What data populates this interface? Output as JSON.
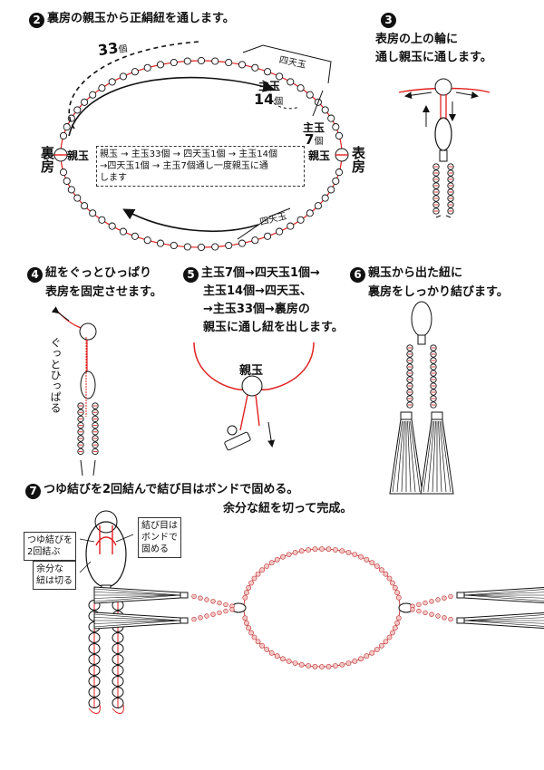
{
  "step2": {
    "num": "2",
    "title": "裏房の親玉から正絹紐を通します。"
  },
  "step3": {
    "num": "3",
    "line1": "表房の上の輪に",
    "line2": "通し親玉に通します。"
  },
  "step4": {
    "num": "4",
    "line1": "紐をぐっとひっぱり",
    "line2": "表房を固定させます。",
    "side": "ぐっとひっぱる"
  },
  "step5": {
    "num": "5",
    "line1": "主玉7個→四天玉1個→",
    "line2": "主玉14個→四天玉、",
    "line3": "→主玉33個→裏房の",
    "line4": "親玉に通し紐を出します。",
    "oyadama": "親玉"
  },
  "step6": {
    "num": "6",
    "line1": "親玉から出た紐に",
    "line2": "裏房をしっかり結びます。"
  },
  "step7": {
    "num": "7",
    "line1": "つゆ結びを2回結んで結び目はボンドで固める。",
    "line2": "余分な紐を切って完成。"
  },
  "diagram2": {
    "count33": "33",
    "count33_unit": "個",
    "shitendama_top": "四天玉",
    "shitendama_bottom": "四天玉",
    "shudama": "主玉",
    "count14": "14",
    "count14_unit": "個",
    "count7": "7",
    "count7_unit": "個",
    "oyadama_left": "親玉",
    "oyadama_right": "親玉",
    "urabusa": "裏房",
    "omotebusa": "表房",
    "instruction_l1": "親玉 → 主玉33個 → 四天玉1個 → 主玉14個",
    "instruction_l2": "→四天玉1個 → 主玉7個通し一度親玉に通",
    "instruction_l3": "します"
  },
  "labels7": {
    "tsuyu_l1": "つゆ結びを",
    "tsuyu_l2": "2回結ぶ",
    "cut_l1": "余分な",
    "cut_l2": "紐は切る",
    "knot_l1": "結び目は",
    "knot_l2": "ボンドで",
    "knot_l3": "固める"
  },
  "colors": {
    "cord": "#e02020",
    "ink": "#111111"
  }
}
